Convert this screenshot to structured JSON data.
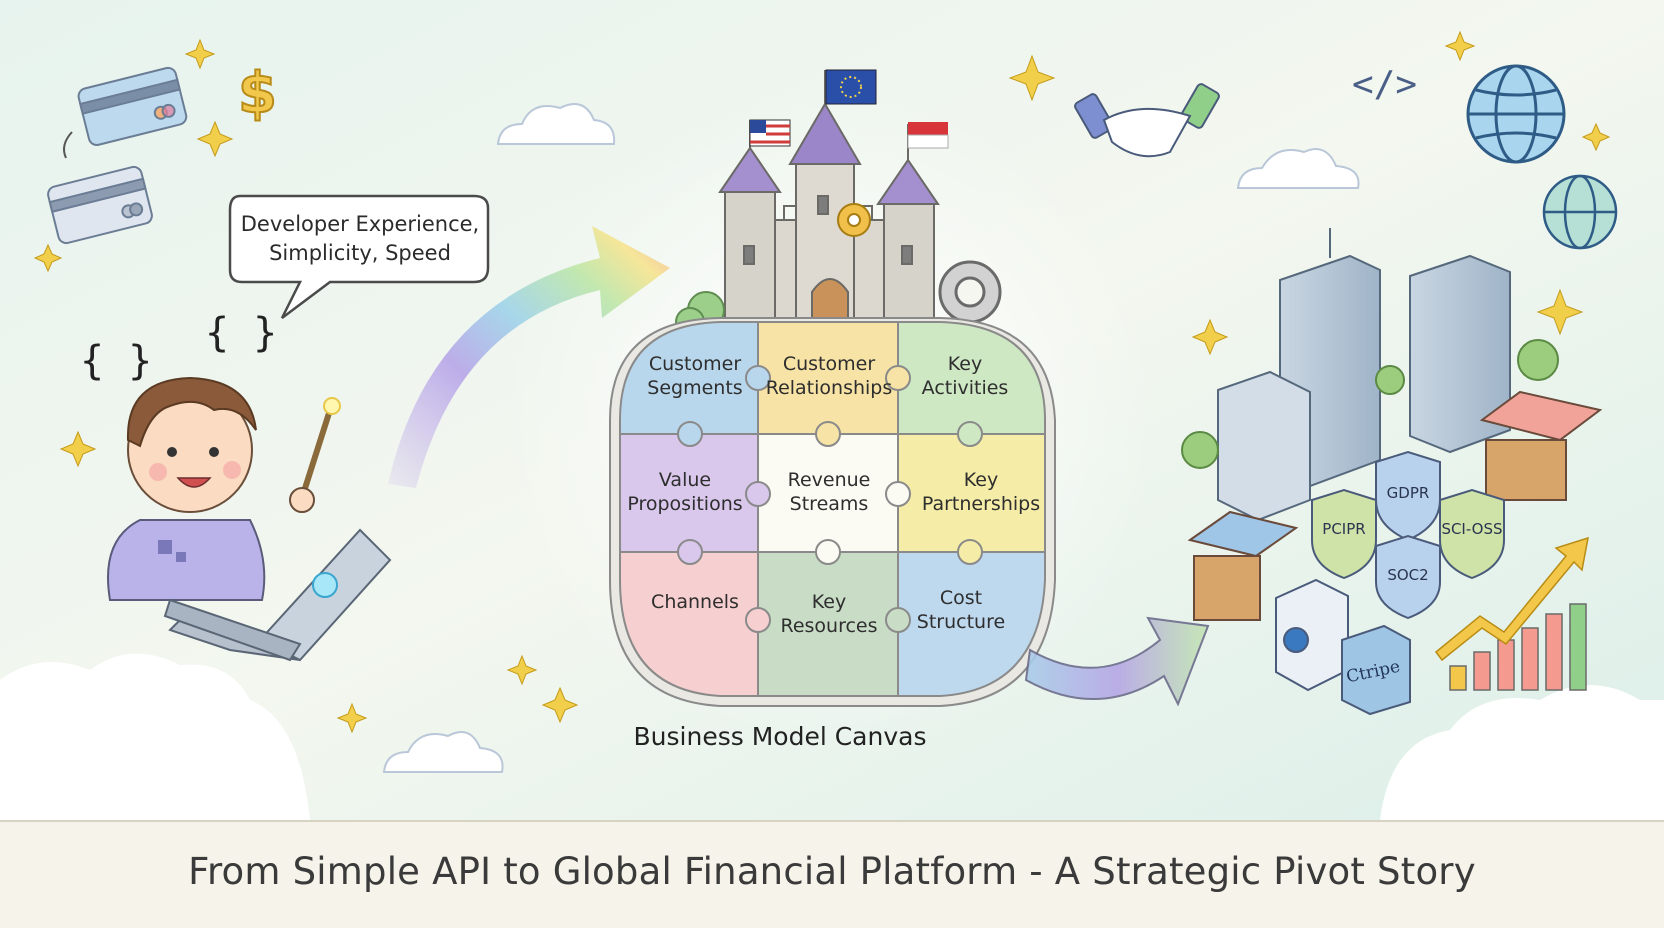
{
  "speech_bubble": {
    "line1": "Developer Experience,",
    "line2": "Simplicity, Speed"
  },
  "braces": "{ }",
  "canvas": {
    "caption": "Business Model Canvas",
    "pieces": [
      {
        "line1": "Customer",
        "line2": "Segments",
        "color": "#b9d7ec"
      },
      {
        "line1": "Customer",
        "line2": "Relationships",
        "color": "#f6e3a5"
      },
      {
        "line1": "Key",
        "line2": "Activities",
        "color": "#cfe8c4"
      },
      {
        "line1": "Value",
        "line2": "Propositions",
        "color": "#d9c8ec"
      },
      {
        "line1": "Revenue",
        "line2": "Streams",
        "color": "#fbfaf3"
      },
      {
        "line1": "Key",
        "line2": "Partnerships",
        "color": "#f5eda7"
      },
      {
        "line1": "Channels",
        "line2": "",
        "color": "#f6cfd0"
      },
      {
        "line1": "Key",
        "line2": "Resources",
        "color": "#c9dcc6"
      },
      {
        "line1": "Cost",
        "line2": "Structure",
        "color": "#bed8ee"
      }
    ]
  },
  "compliance_badges": [
    {
      "label": "GDPR",
      "color": "#b8d2ee"
    },
    {
      "label": "PCIPR",
      "color": "#cfe3a8"
    },
    {
      "label": "SCI-OSS",
      "color": "#cfe3a8"
    },
    {
      "label": "SOC2",
      "color": "#b8d2ee"
    }
  ],
  "box_brand": "Ctripe",
  "footer_title": "From Simple API to Global Financial Platform - A Strategic Pivot Story",
  "icons": [
    "credit-card-icon",
    "dollar-icon",
    "sparkle-icon",
    "handshake-icon",
    "code-icon",
    "globe-icon",
    "gear-icon",
    "eu-flag-icon",
    "us-flag-icon",
    "singapore-flag-icon",
    "growth-chart-icon",
    "cloud-icon"
  ]
}
